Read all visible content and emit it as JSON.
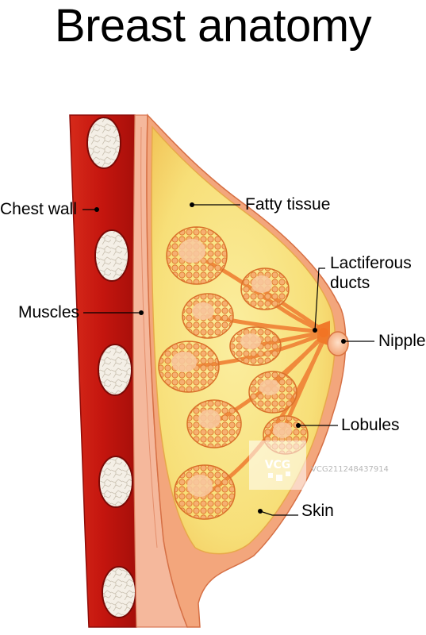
{
  "title": "Breast anatomy",
  "labels": {
    "chest_wall": "Chest wall",
    "fatty_tissue": "Fatty tissue",
    "lactiferous_ducts": "Lactiferous\nducts",
    "muscles": "Muscles",
    "nipple": "Nipple",
    "lobules": "Lobules",
    "skin": "Skin"
  },
  "watermark": {
    "brand": "VCG",
    "code": "VCG211248437914"
  },
  "colors": {
    "chest_wall": "#cc1d12",
    "rib": "#f2ede4",
    "muscle": "#f4b49a",
    "fat": "#f7e27a",
    "lobule": "#f0a35a",
    "nipple": "#f7b38a",
    "skin": "#f29a6e"
  }
}
